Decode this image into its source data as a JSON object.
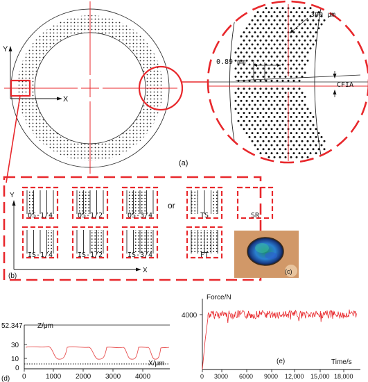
{
  "figure_a": {
    "panel_label": "(a)",
    "axis_y": "Y",
    "axis_x": "X",
    "dimension_spacing": "0.89 mm",
    "dimension_dimple": "300 μm",
    "angle_label": "CFIA"
  },
  "figure_b": {
    "panel_label": "(b)",
    "axis_y": "Y",
    "axis_x": "X",
    "separator": "or",
    "patterns": [
      "OS-1/4",
      "OS-1/2",
      "OS-3/4",
      "TS",
      "SR",
      "IS-1/4",
      "IS-1/2",
      "IS-3/4",
      "FT"
    ]
  },
  "figure_c": {
    "panel_label": "(c)"
  },
  "figure_d": {
    "panel_label": "(d)",
    "y_axis_label": "Z/μm",
    "x_axis_label": "X/μm",
    "y_max_label": "52.347",
    "y_ticks": [
      "30",
      "10",
      "0"
    ],
    "x_ticks": [
      "0",
      "1000",
      "2000",
      "3000",
      "4000"
    ]
  },
  "figure_e": {
    "panel_label": "(e)",
    "y_axis_label": "Force/N",
    "x_axis_label": "Time/s",
    "y_ticks": [
      "4000"
    ],
    "x_ticks": [
      "0",
      "3000",
      "6000",
      "9000",
      "12,000",
      "15,000",
      "18,000"
    ]
  },
  "colors": {
    "accent_red": "#e8282c",
    "ink": "#111111",
    "profile": "#e85050"
  }
}
